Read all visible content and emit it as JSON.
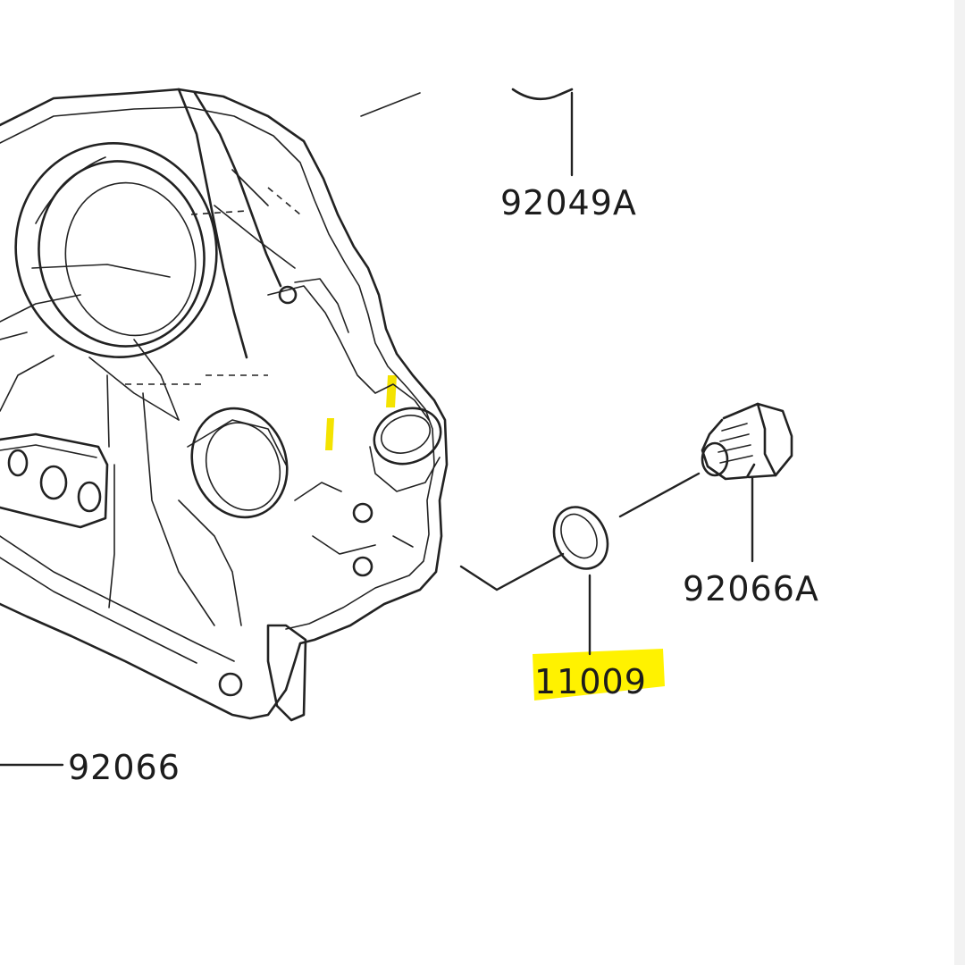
{
  "labels": {
    "part_92049A": "92049A",
    "part_92066A": "92066A",
    "part_11009": "11009",
    "part_92066": "92066"
  },
  "colors": {
    "highlight": "#fff200",
    "line": "#222222",
    "background": "#ffffff",
    "right_margin": "#f2f2f2"
  }
}
